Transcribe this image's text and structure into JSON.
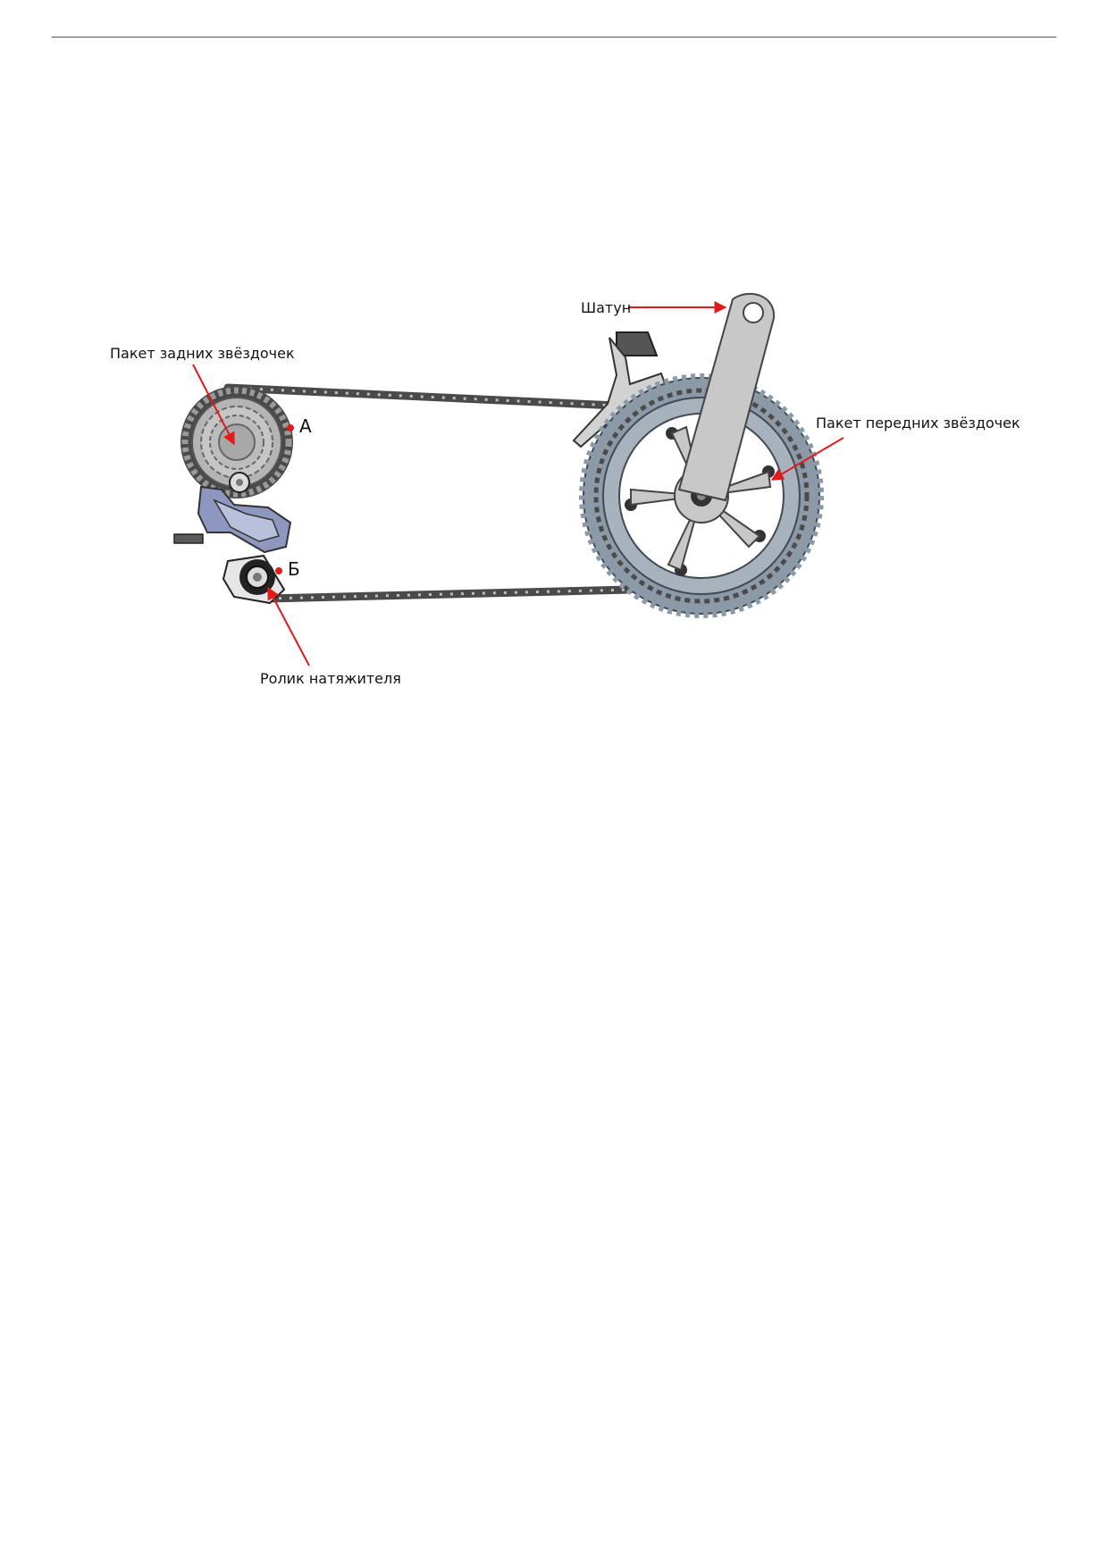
{
  "labels": {
    "rear_cassette": "Пакет задних звёздочек",
    "crank_arm": "Шатун",
    "front_chainrings": "Пакет передних звёздочек",
    "tensioner_pulley": "Ролик натяжителя",
    "point_a": "А",
    "point_b": "Б"
  },
  "colors": {
    "arrow": "#e01b1b",
    "chainring": "#8c99a6",
    "crank": "#c8c8c8",
    "cassette": "#b4b4b4",
    "chain": "#4a4a4a",
    "derailleur_accent": "#8e97bf"
  }
}
